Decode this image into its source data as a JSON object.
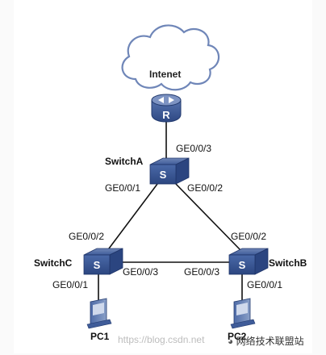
{
  "cloud": {
    "label": "Intenet"
  },
  "devices": {
    "switch_a": {
      "name": "SwitchA"
    },
    "switch_b": {
      "name": "SwitchB"
    },
    "switch_c": {
      "name": "SwitchC"
    },
    "pc1": {
      "name": "PC1"
    },
    "pc2": {
      "name": "PC2"
    }
  },
  "ports": {
    "a_up": "GE0/0/3",
    "a_left": "GE0/0/1",
    "a_right": "GE0/0/2",
    "c_top": "GE0/0/2",
    "c_right": "GE0/0/3",
    "c_bottom": "GE0/0/1",
    "b_top": "GE0/0/2",
    "b_left": "GE0/0/3",
    "b_bottom": "GE0/0/1"
  },
  "icons": {
    "router": "R",
    "switch": "S"
  },
  "watermark": {
    "url": "https://blog.csdn.net",
    "badge": "网络技术联盟站"
  }
}
